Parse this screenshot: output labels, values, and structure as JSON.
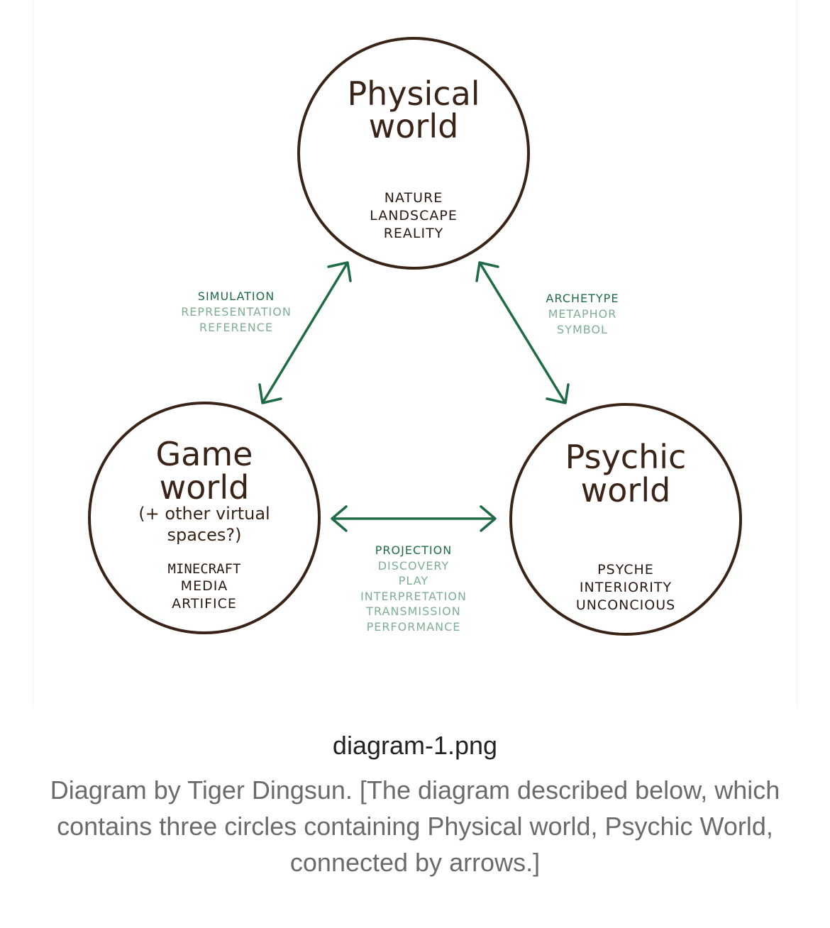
{
  "diagram": {
    "physical": {
      "title": [
        "Physical",
        "world"
      ],
      "keywords": [
        "NATURE",
        "LANDSCAPE",
        "REALITY"
      ]
    },
    "game": {
      "title": [
        "Game",
        "world"
      ],
      "subtitle": [
        "(+ other virtual",
        "spaces?)"
      ],
      "keywords": [
        "MINECRAFT",
        "MEDIA",
        "ARTIFICE"
      ]
    },
    "psychic": {
      "title": [
        "Psychic",
        "world"
      ],
      "keywords": [
        "PSYCHE",
        "INTERIORITY",
        "UNCONCIOUS"
      ]
    },
    "links": {
      "physical_game": {
        "primary": "SIMULATION",
        "secondary": [
          "REPRESENTATION",
          "REFERENCE"
        ]
      },
      "physical_psychic": {
        "primary": "ARCHETYPE",
        "secondary": [
          "METAPHOR",
          "SYMBOL"
        ]
      },
      "game_psychic": {
        "primary": "PROJECTION",
        "secondary": [
          "DISCOVERY",
          "PLAY",
          "INTERPRETATION",
          "TRANSMISSION",
          "PERFORMANCE"
        ]
      }
    },
    "colors": {
      "circle": "#3a2418",
      "arrow": "#1f6b45",
      "label_primary": "#1f6b45",
      "label_secondary": "#7fae95"
    }
  },
  "caption": {
    "file_name": "diagram-1.png",
    "description": "Diagram by Tiger Dingsun. [The diagram described below, which contains three circles containing Physical world, Psychic World, connected by arrows.]"
  }
}
